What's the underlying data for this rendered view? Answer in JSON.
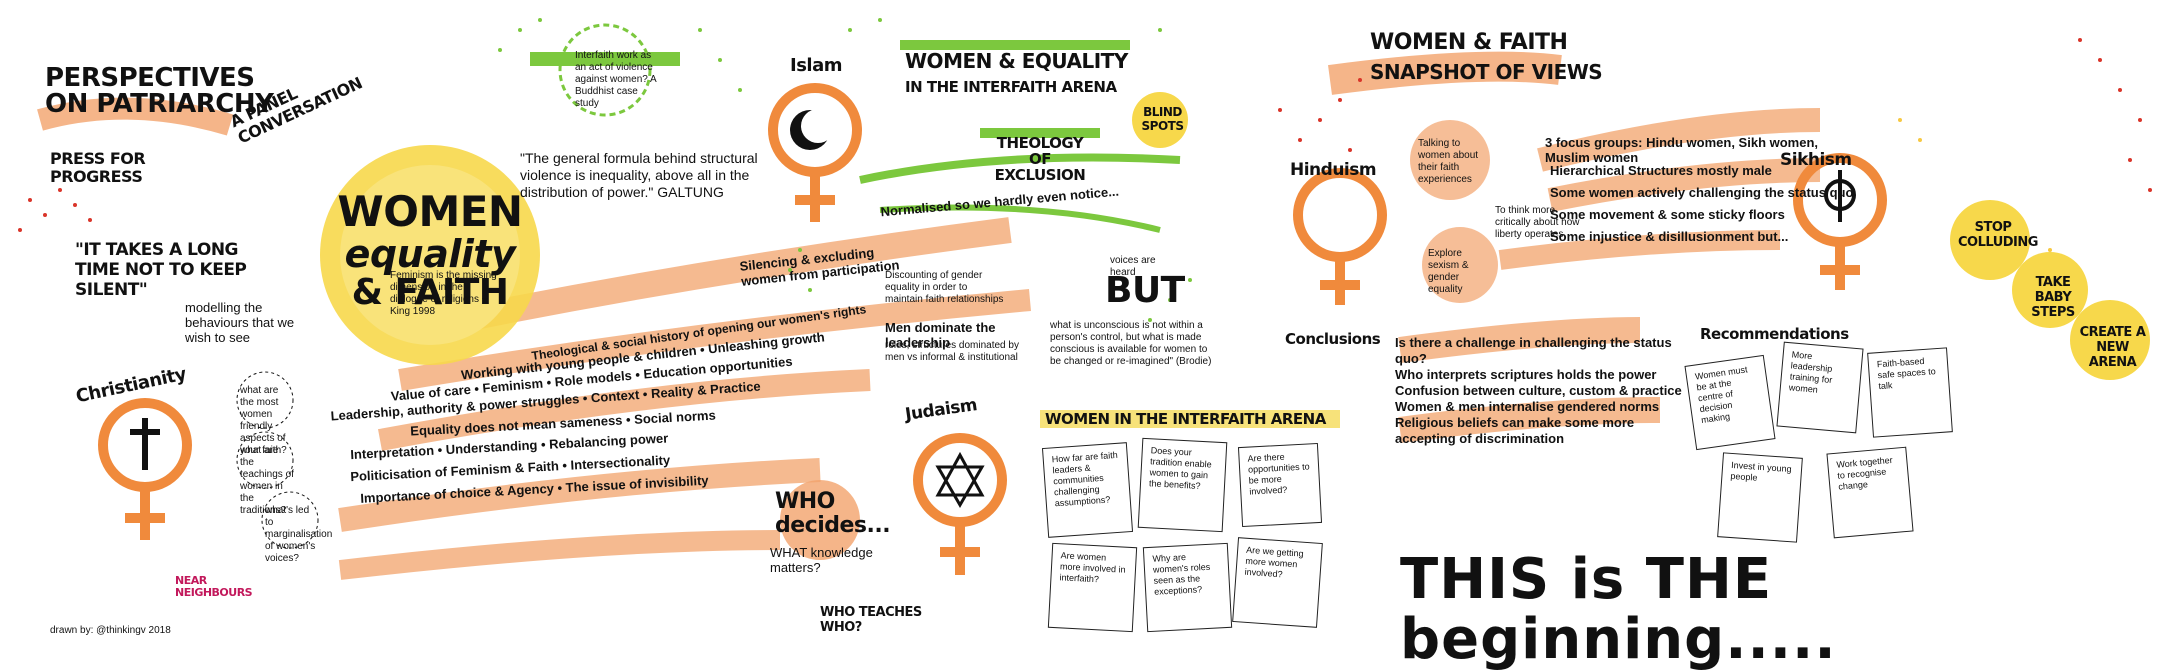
{
  "colors": {
    "orange": "#f08a3c",
    "light_orange": "#f2a36b",
    "green": "#7cc83e",
    "yellow": "#f7d84b",
    "ink": "#111111",
    "red": "#d9352a"
  },
  "heading_perspectives": "PERSPECTIVES ON PATRIARCHY",
  "panel_conversation": "A PANEL CONVERSATION",
  "press_for_progress": "PRESS FOR PROGRESS",
  "quote_long_time": "\"IT TAKES A LONG TIME NOT TO KEEP SILENT\"",
  "modelling": "modelling the behaviours that we wish to see",
  "center_title": [
    "WOMEN",
    "equality",
    "& FAITH"
  ],
  "christianity": {
    "label": "Christianity",
    "bubbles": [
      "what are the most women friendly aspects of your faith?",
      "what are the teachings of women in the traditions?",
      "what's led to marginalisation of women's voices?"
    ]
  },
  "bullets_left": [
    "Theological & social history of opening our women's rights",
    "Working with young people & children • Unleashing growth",
    "Value of care • Feminism • Role models • Education opportunities",
    "Leadership, authority & power struggles • Context • Reality & Practice",
    "Equality does not mean sameness • Social norms",
    "Interpretation • Understanding • Rebalancing power",
    "Politicisation of Feminism & Faith • Intersectionality",
    "Importance of choice & Agency • The issue of invisibility"
  ],
  "credit": "drawn by: @thinkingv 2018",
  "logo": "NEAR NEIGHBOURS",
  "interfaith_work": "Interfaith work as an act of violence against women? A Buddhist case study",
  "galtung_quote": "\"The general formula behind structural violence is inequality, above all in the distribution of power.\" GALTUNG",
  "feminism_note": "Feminism is the missing dimension in the dialogue of religions ~ King 1998",
  "islam": "Islam",
  "heading_women_equality": "WOMEN & EQUALITY",
  "in_interfaith_arena": "IN THE INTERFAITH ARENA",
  "theology_exclusion": "THEOLOGY OF EXCLUSION",
  "blind_spots": "BLIND SPOTS",
  "normalised": "Normalised so we hardly even notice...",
  "silencing": "Silencing & excluding women from participation",
  "discounting": "Discounting of gender equality in order to maintain faith relationships",
  "men_dominate": "Men dominate the leadership",
  "men_dominate_sub": "roles, structures dominated by men vs informal & institutional",
  "voices_heard": "voices are heard",
  "but": "BUT",
  "brodie": "what is unconscious is not within a person's control, but what is made conscious is available for women to be changed or re-imagined\" (Brodie)",
  "judaism": "Judaism",
  "who_decides": "WHO decides...",
  "what_knowledge": "WHAT knowledge matters?",
  "who_teaches": "WHO TEACHES WHO?",
  "women_interfaith_arena": "WOMEN IN THE INTERFAITH ARENA",
  "arena_notes": [
    "How far are faith leaders & communities challenging assumptions?",
    "Does your tradition enable women to gain the benefits?",
    "Are there opportunities to be more involved?",
    "Are women more involved in interfaith?",
    "Why are women's roles seen as the exceptions?",
    "Are we getting more women involved?"
  ],
  "heading_snapshot": "WOMEN & FAITH",
  "snapshot_views": "SNAPSHOT OF VIEWS",
  "hinduism": "Hinduism",
  "sikhism": "Sikhism",
  "talking": "Talking to women about their faith experiences",
  "think_critically": "To think more critically about how liberty operates",
  "explore_sexism": "Explore sexism & gender equality",
  "focus_groups": "3 focus groups: Hindu women, Sikh women, Muslim women",
  "views_list": [
    "Hierarchical Structures mostly male",
    "Some women actively challenging the status quo",
    "Some movement & some sticky floors",
    "Some injustice & disillusionment but..."
  ],
  "conclusions": "Conclusions",
  "conclusion_points": [
    "Is there a challenge in challenging the status quo?",
    "Who interprets scriptures holds the power",
    "Confusion between culture, custom & practice",
    "Women & men internalise gendered norms",
    "Religious beliefs can make some more accepting of discrimination"
  ],
  "recommendations": "Recommendations",
  "rec_notes": [
    "Women must be at the centre of decision making",
    "More leadership training for women",
    "Faith-based safe spaces to talk",
    "Invest in young people",
    "Work together to recognise change"
  ],
  "stop_colluding": "STOP COLLUDING",
  "baby_steps": "TAKE BABY STEPS",
  "new_arena": "CREATE A NEW ARENA",
  "beginning": "THIS is THE beginning....."
}
